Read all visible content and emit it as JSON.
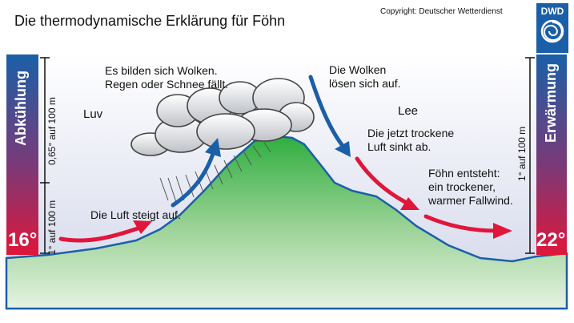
{
  "title": "Die thermodynamische Erklärung für Föhn",
  "copyright": "Copyright: Deutscher Wetterdienst",
  "logo": {
    "text": "DWD",
    "icon": "dwd-spiral-logo",
    "color": "#1b5fa8"
  },
  "left_bar": {
    "label": "Abkühlung",
    "temperature": "16°"
  },
  "right_bar": {
    "label": "Erwärmung",
    "temperature": "22°"
  },
  "scale_left": {
    "upper": "0,65° auf 100 m",
    "lower": "1° auf 100 m"
  },
  "scale_right": {
    "label": "1° auf 100 m"
  },
  "sides": {
    "windward": "Luv",
    "leeward": "Lee"
  },
  "annotations": {
    "clouds_form": [
      "Es bilden sich Wolken.",
      "Regen oder Schnee fällt."
    ],
    "air_rises": "Die Luft steigt auf.",
    "clouds_dissolve": [
      "Die Wolken",
      "lösen sich auf."
    ],
    "dry_air_sinks": [
      "Die jetzt trockene",
      "Luft sinkt ab."
    ],
    "foehn": [
      "Föhn entsteht:",
      "ein trockener,",
      "warmer Fallwind."
    ]
  },
  "colors": {
    "warm": "#e0163a",
    "cool": "#1b5fa8",
    "mountain": "#39b24a",
    "ground": "#cfe8c8"
  }
}
